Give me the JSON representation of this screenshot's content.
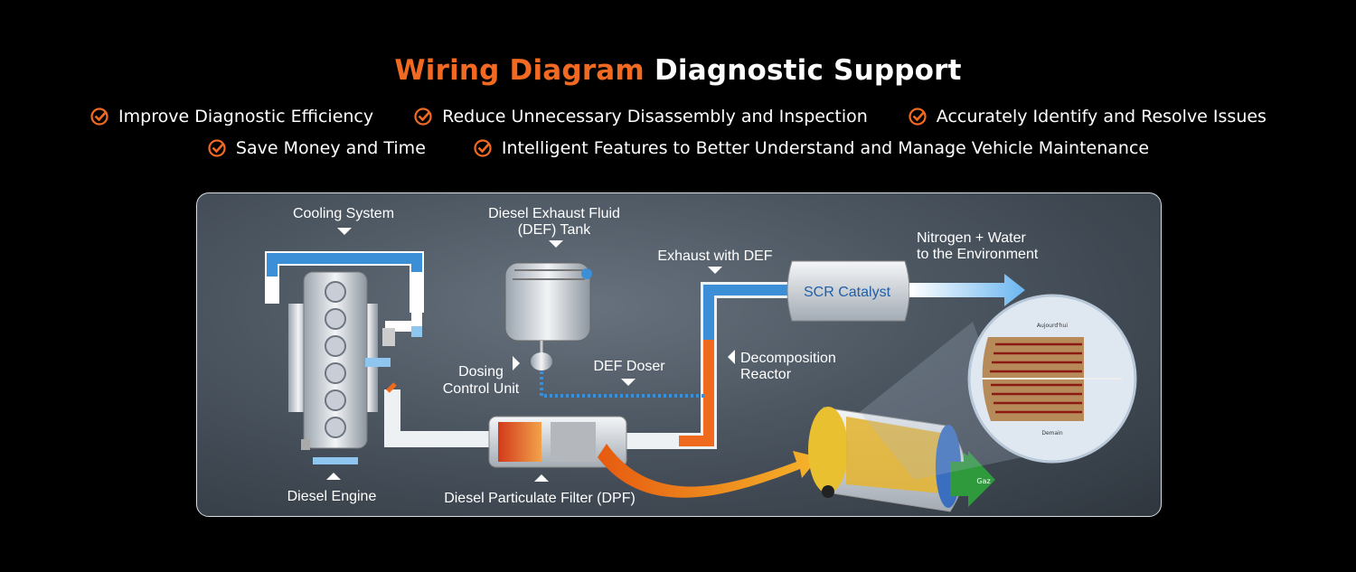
{
  "header": {
    "title_accent": "Wiring Diagram",
    "title_rest": "Diagnostic Support"
  },
  "features": [
    {
      "label": "Improve Diagnostic Efficiency",
      "icon": "check-circle-icon"
    },
    {
      "label": "Reduce Unnecessary Disassembly and Inspection",
      "icon": "check-circle-icon"
    },
    {
      "label": "Accurately Identify and Resolve Issues",
      "icon": "check-circle-icon"
    },
    {
      "label": "Save Money and Time",
      "icon": "check-circle-icon"
    },
    {
      "label": "Intelligent Features to Better Understand and Manage Vehicle Maintenance",
      "icon": "check-circle-icon"
    }
  ],
  "diagram": {
    "cooling_system": "Cooling System",
    "def_tank_1": "Diesel Exhaust Fluid",
    "def_tank_2": "(DEF) Tank",
    "exhaust_def": "Exhaust with DEF",
    "nitrogen_1": "Nitrogen + Water",
    "nitrogen_2": "to the Environment",
    "scr": "SCR Catalyst",
    "dosing_1": "Dosing",
    "dosing_2": "Control Unit",
    "def_doser": "DEF Doser",
    "decomp_1": "Decomposition",
    "decomp_2": "Reactor",
    "engine": "Diesel Engine",
    "dpf": "Diesel Particulate Filter (DPF)",
    "inset_top": "Aujourd'hui",
    "inset_bottom": "Demain",
    "gas": "Gaz"
  },
  "colors": {
    "accent": "#f26a21",
    "pipe_blue": "#3b8fd6",
    "scr_text": "#1f5fa8"
  }
}
